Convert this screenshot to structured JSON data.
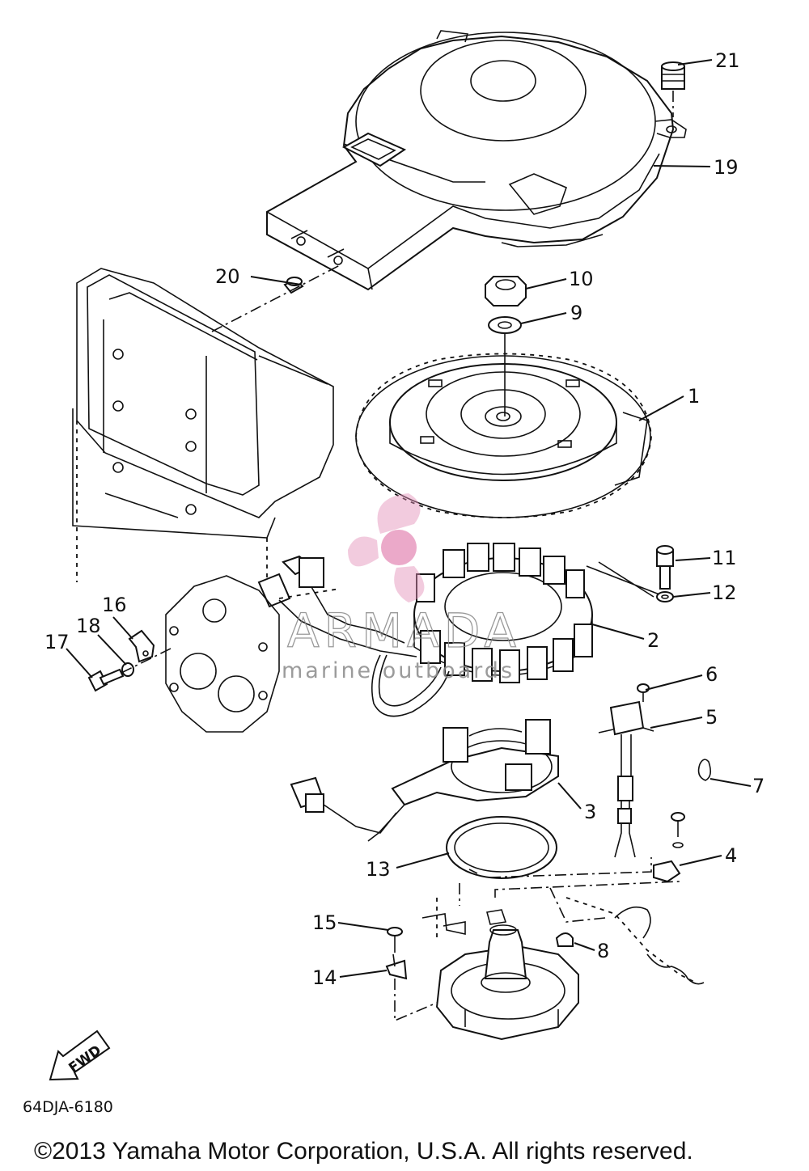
{
  "diagram": {
    "callouts": [
      {
        "id": "c1",
        "label": "1"
      },
      {
        "id": "c2",
        "label": "2"
      },
      {
        "id": "c3",
        "label": "3"
      },
      {
        "id": "c4",
        "label": "4"
      },
      {
        "id": "c5",
        "label": "5"
      },
      {
        "id": "c6",
        "label": "6"
      },
      {
        "id": "c7",
        "label": "7"
      },
      {
        "id": "c8",
        "label": "8"
      },
      {
        "id": "c9",
        "label": "9"
      },
      {
        "id": "c10",
        "label": "10"
      },
      {
        "id": "c11",
        "label": "11"
      },
      {
        "id": "c12",
        "label": "12"
      },
      {
        "id": "c13",
        "label": "13"
      },
      {
        "id": "c14",
        "label": "14"
      },
      {
        "id": "c15",
        "label": "15"
      },
      {
        "id": "c16",
        "label": "16"
      },
      {
        "id": "c17",
        "label": "17"
      },
      {
        "id": "c18",
        "label": "18"
      },
      {
        "id": "c19",
        "label": "19"
      },
      {
        "id": "c20",
        "label": "20"
      },
      {
        "id": "c21",
        "label": "21"
      }
    ],
    "fwd_label": "FWD",
    "diagram_code": "64DJA-6180",
    "copyright": "©2013 Yamaha Motor Corporation, U.S.A. All rights reserved."
  },
  "watermark": {
    "brand": "ARMADA",
    "tagline": "marine outboards",
    "logo_color": "#e48fb8"
  }
}
